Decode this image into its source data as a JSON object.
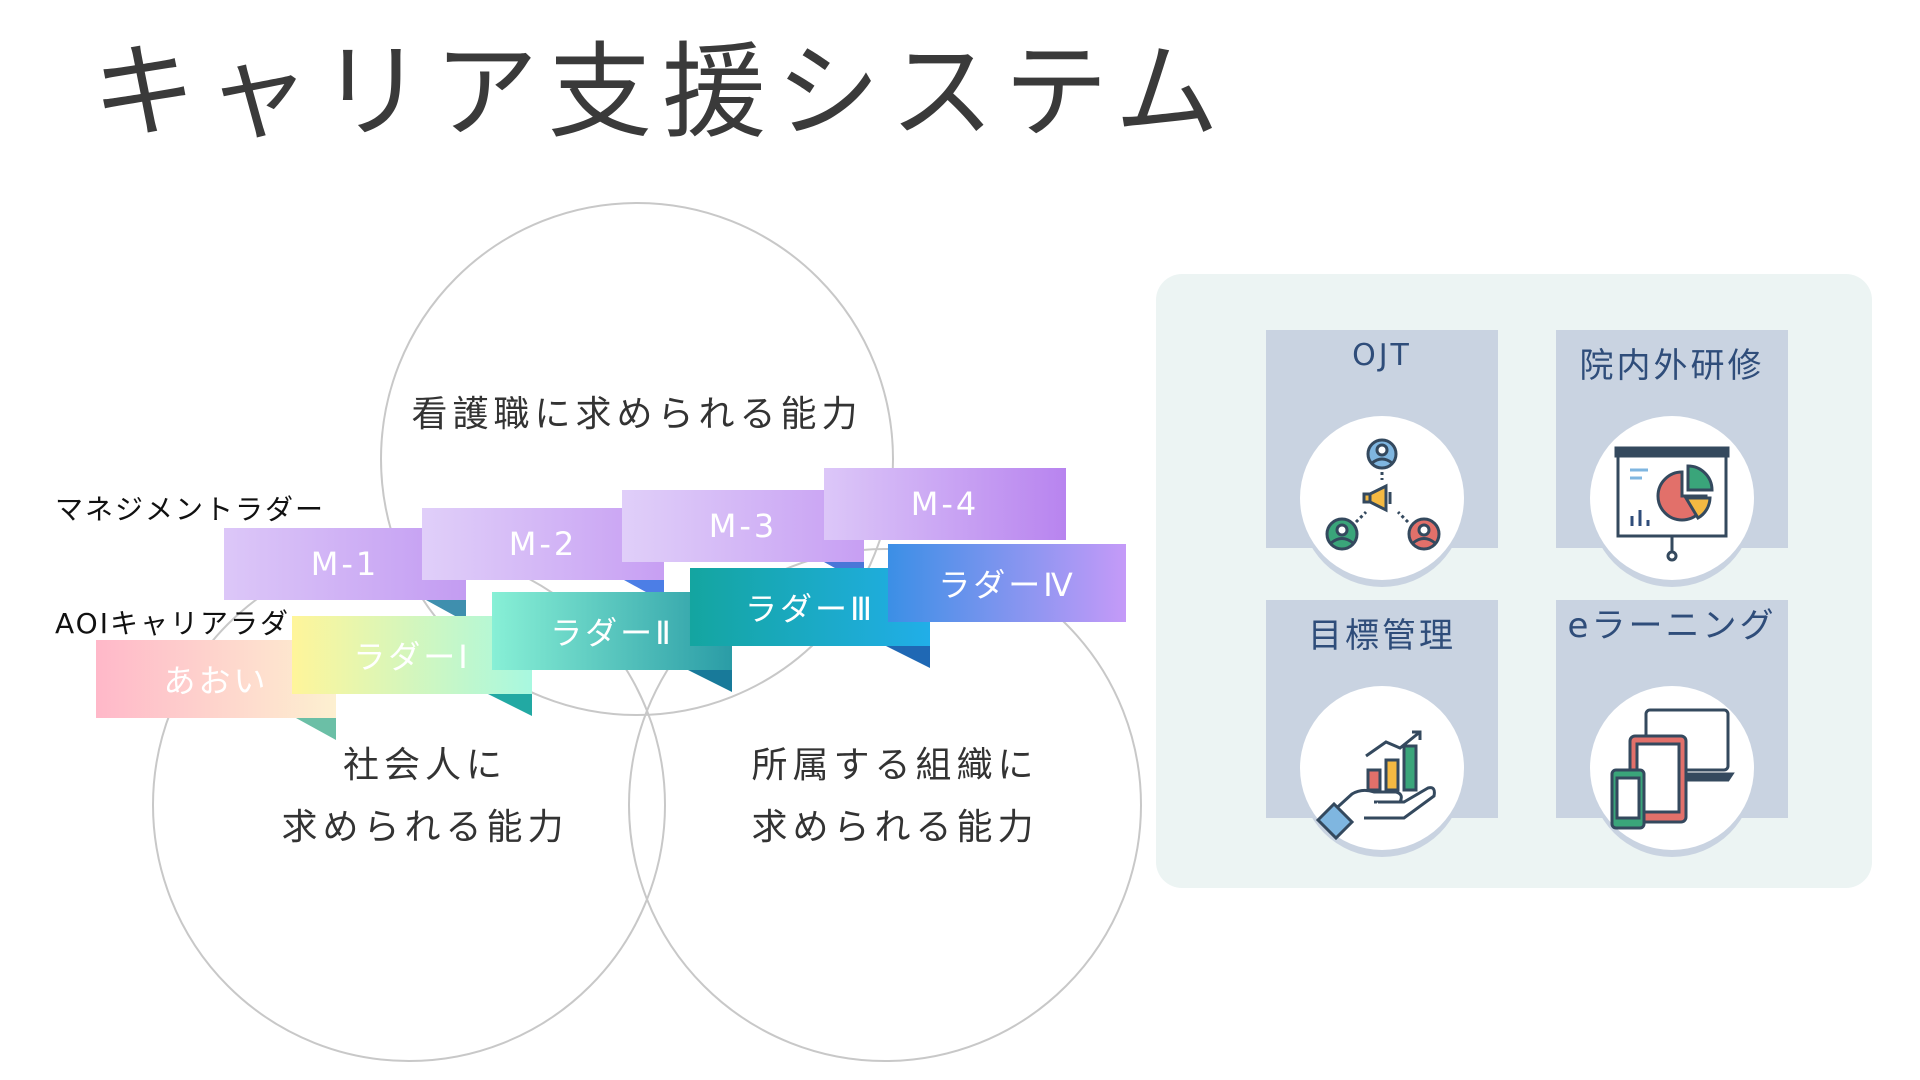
{
  "title": "キャリア支援システム",
  "circles": {
    "top": "看護職に求められる能力",
    "left_line1": "社会人に",
    "left_line2": "求められる能力",
    "right_line1": "所属する組織に",
    "right_line2": "求められる能力"
  },
  "ladders": {
    "management_label": "マネジメントラダー",
    "aoi_label": "AOIキャリアラダー",
    "management": [
      "M-1",
      "M-2",
      "M-3",
      "M-4"
    ],
    "aoi": [
      "あおい",
      "ラダーⅠ",
      "ラダーⅡ",
      "ラダーⅢ",
      "ラダーⅣ"
    ]
  },
  "support": {
    "cards": [
      {
        "title": "OJT",
        "icon": "team-megaphone-icon"
      },
      {
        "title": "院内外研修",
        "icon": "presentation-chart-icon"
      },
      {
        "title": "目標管理",
        "icon": "growth-hand-icon"
      },
      {
        "title": "eラーニング",
        "icon": "devices-icon"
      }
    ]
  },
  "colors": {
    "card_bg": "#c9d3e1",
    "panel_bg": "#ecf4f3",
    "card_title": "#2f4d7a",
    "management_ribbon": "#c9a6f4",
    "ladder_ribbon_gradient": [
      "#ffb3c8",
      "#fff5a0",
      "#7ef2d8",
      "#1ab0b0",
      "#3a9ee8",
      "#c090f8"
    ]
  }
}
